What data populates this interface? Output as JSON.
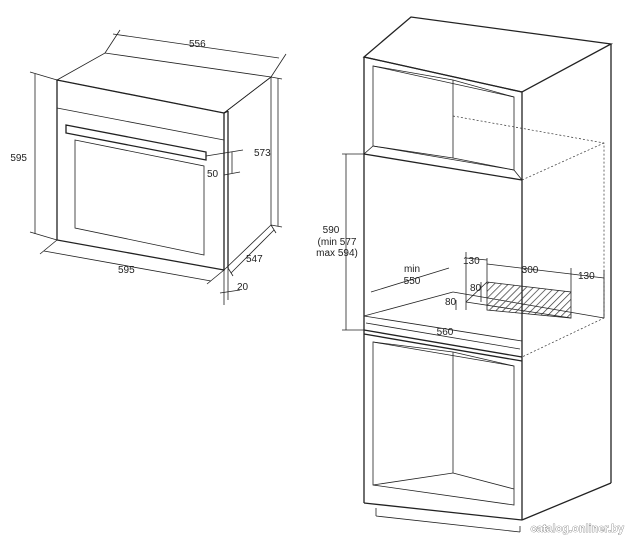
{
  "oven": {
    "width_top": "556",
    "height_left": "595",
    "height_right": "573",
    "offset_50": "50",
    "width_bottom": "595",
    "depth": "547",
    "offset_20": "20"
  },
  "cabinet": {
    "opening_height": "590",
    "opening_min": "(min 577",
    "opening_max": "max 594)",
    "depth_min_label": "min",
    "depth_min_value": "550",
    "width_560": "560",
    "vent_130_left": "130",
    "vent_300": "300",
    "vent_130_right": "130",
    "vent_80_height": "80",
    "vent_80_bottom": "80"
  },
  "watermark": "catalog.onliner.by"
}
